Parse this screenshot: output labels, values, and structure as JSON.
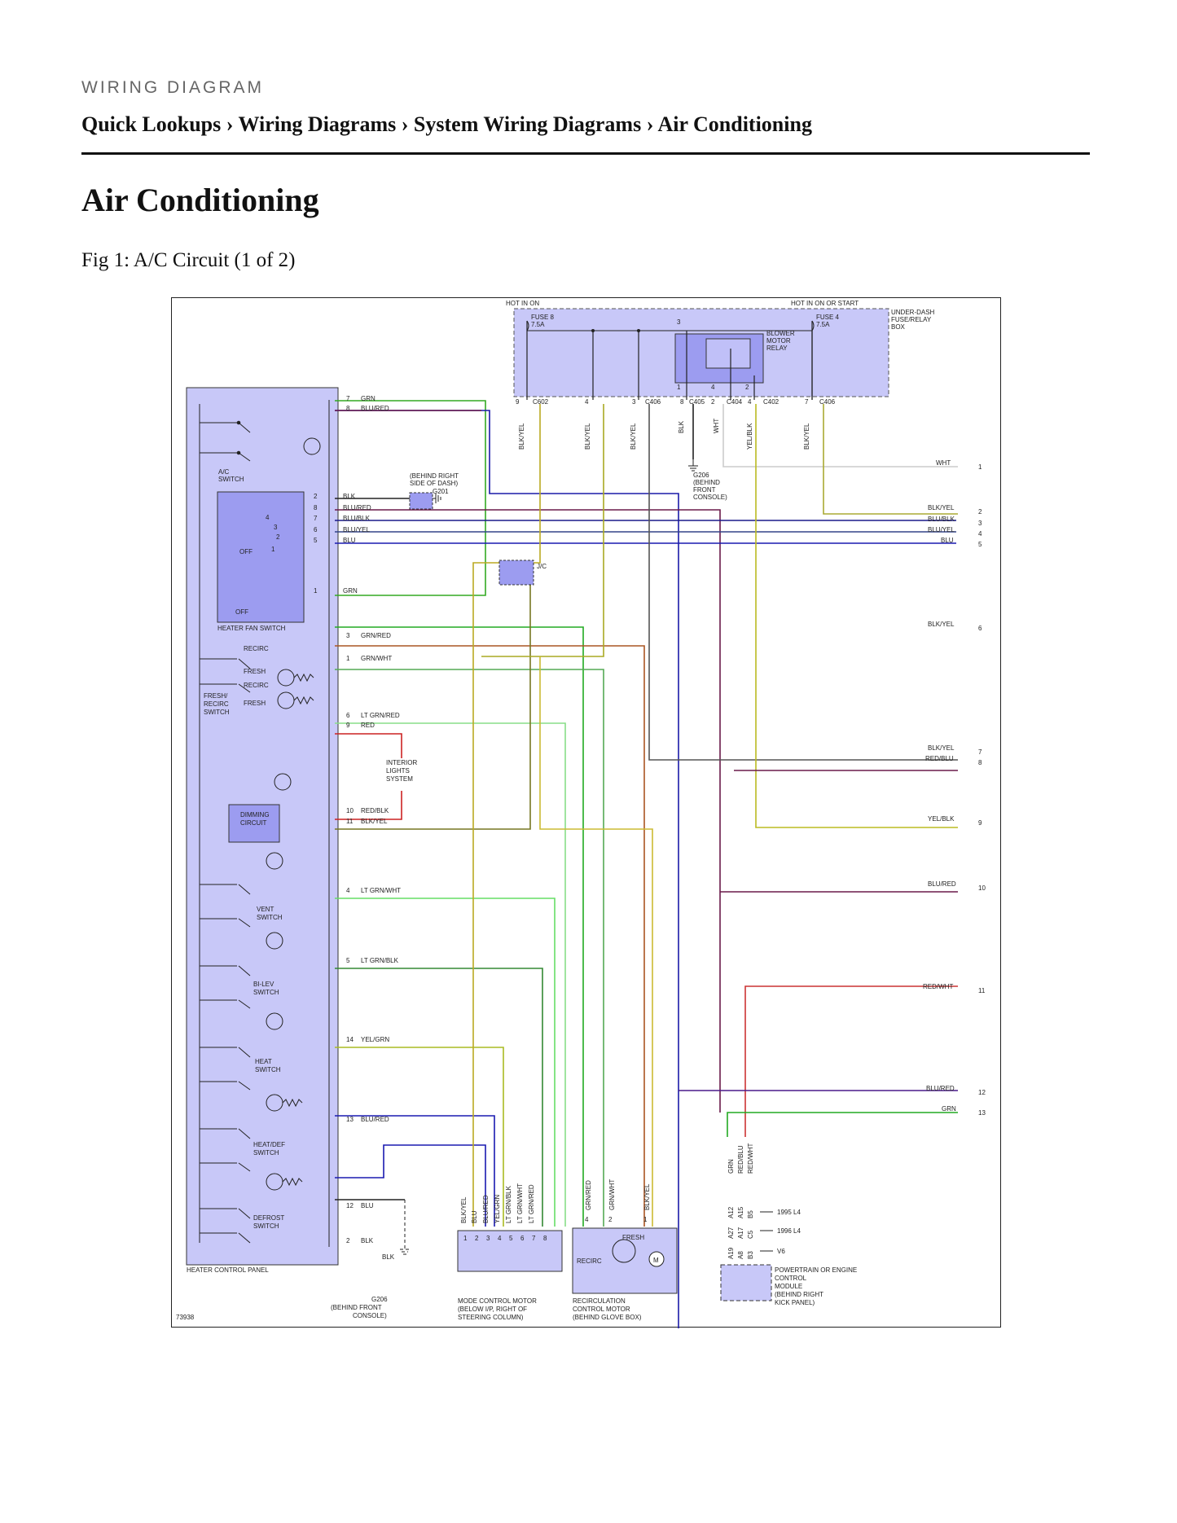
{
  "header": {
    "eyebrow": "WIRING DIAGRAM",
    "breadcrumbs": [
      "Quick Lookups",
      "Wiring Diagrams",
      "System Wiring Diagrams",
      "Air Conditioning"
    ],
    "separator": "›"
  },
  "page_title": "Air Conditioning",
  "figure_caption": "Fig 1: A/C Circuit (1 of 2)",
  "diagram": {
    "figure_number": "73938",
    "top_labels": {
      "hot_in_on": "HOT IN ON",
      "hot_in_on_or_start": "HOT IN ON OR START",
      "fuse8": "FUSE 8",
      "fuse8_rating": "7.5A",
      "fuse4": "FUSE 4",
      "fuse4_rating": "7.5A",
      "fuse_box": [
        "UNDER-DASH",
        "FUSE/RELAY",
        "BOX"
      ],
      "relay": [
        "BLOWER",
        "MOTOR",
        "RELAY"
      ]
    },
    "connectors": [
      "C602",
      "C406",
      "C405",
      "C404",
      "C402",
      "C406"
    ],
    "connector_pins": [
      "9",
      "4",
      "3",
      "8",
      "2",
      "4",
      "7",
      "3",
      "1",
      "4",
      "2"
    ],
    "vertical_wires": [
      "BLK/YEL",
      "BLK/YEL",
      "BLK/YEL",
      "BLK",
      "WHT",
      "YEL/BLK",
      "BLK/YEL"
    ],
    "ground_g206_top": [
      "G206",
      "(BEHIND",
      "FRONT",
      "CONSOLE)"
    ],
    "ground_g201": [
      "(BEHIND RIGHT",
      "SIDE OF DASH)",
      "G201"
    ],
    "junction": "J/C",
    "left_wires": [
      {
        "pin": "7",
        "label": "GRN"
      },
      {
        "pin": "8",
        "label": "BLU/RED"
      },
      {
        "pin": "2",
        "label": "BLK"
      },
      {
        "pin": "8",
        "label": "BLU/RED"
      },
      {
        "pin": "7",
        "label": "BLU/BLK"
      },
      {
        "pin": "6",
        "label": "BLU/YEL"
      },
      {
        "pin": "5",
        "label": "BLU"
      },
      {
        "pin": "1",
        "label": "GRN"
      },
      {
        "pin": "3",
        "label": "GRN/RED"
      },
      {
        "pin": "1",
        "label": "GRN/WHT"
      },
      {
        "pin": "6",
        "label": "LT GRN/RED"
      },
      {
        "pin": "9",
        "label": "RED"
      },
      {
        "pin": "10",
        "label": "RED/BLK"
      },
      {
        "pin": "11",
        "label": "BLK/YEL"
      },
      {
        "pin": "4",
        "label": "LT GRN/WHT"
      },
      {
        "pin": "5",
        "label": "LT GRN/BLK"
      },
      {
        "pin": "14",
        "label": "YEL/GRN"
      },
      {
        "pin": "13",
        "label": "BLU/RED"
      },
      {
        "pin": "12",
        "label": "BLU"
      },
      {
        "pin": "2",
        "label": "BLK"
      }
    ],
    "right_wires": [
      {
        "label": "WHT",
        "pin": "1"
      },
      {
        "label": "BLK/YEL",
        "pin": "2"
      },
      {
        "label": "BLU/BLK",
        "pin": "3"
      },
      {
        "label": "BLU/YEL",
        "pin": "4"
      },
      {
        "label": "BLU",
        "pin": "5"
      },
      {
        "label": "BLK/YEL",
        "pin": "6"
      },
      {
        "label": "BLK/YEL",
        "pin": "7"
      },
      {
        "label": "RED/BLU",
        "pin": "8"
      },
      {
        "label": "YEL/BLK",
        "pin": "9"
      },
      {
        "label": "BLU/RED",
        "pin": "10"
      },
      {
        "label": "RED/WHT",
        "pin": "11"
      },
      {
        "label": "BLU/RED",
        "pin": "12"
      },
      {
        "label": "GRN",
        "pin": "13"
      }
    ],
    "switch_labels": {
      "ac_switch": [
        "A/C",
        "SWITCH"
      ],
      "heater_fan_switch": "HEATER FAN SWITCH",
      "fan_pins": [
        "4",
        "3",
        "2",
        "1"
      ],
      "off": "OFF",
      "recirc": "RECIRC",
      "fresh": "FRESH",
      "fresh_recirc_switch": [
        "FRESH/",
        "RECIRC",
        "SWITCH"
      ],
      "dimming_circuit": [
        "DIMMING",
        "CIRCUIT"
      ],
      "interior_lights": [
        "INTERIOR",
        "LIGHTS",
        "SYSTEM"
      ],
      "vent_switch": [
        "VENT",
        "SWITCH"
      ],
      "bilev_switch": [
        "BI-LEV",
        "SWITCH"
      ],
      "heat_switch": [
        "HEAT",
        "SWITCH"
      ],
      "heatdef_switch": [
        "HEAT/DEF",
        "SWITCH"
      ],
      "defrost_switch": [
        "DEFROST",
        "SWITCH"
      ],
      "heater_control_panel": "HEATER CONTROL PANEL"
    },
    "ground_g206_bottom": [
      "G206",
      "(BEHIND FRONT",
      "CONSOLE)"
    ],
    "bottom_blk": "BLK",
    "mode_motor": {
      "wires": [
        "BLK/YEL",
        "BLU",
        "BLU/RED",
        "YEL/GRN",
        "LT GRN/BLK",
        "LT GRN/WHT",
        "LT GRN/RED"
      ],
      "pins": [
        "1",
        "2",
        "3",
        "4",
        "5",
        "6",
        "7",
        "8"
      ],
      "label": [
        "MODE CONTROL MOTOR",
        "(BELOW I/P, RIGHT OF",
        "STEERING COLUMN)"
      ]
    },
    "recirc_motor": {
      "wires": [
        "GRN/RED",
        "GRN/WHT",
        "BLK/YEL"
      ],
      "pins": [
        "4",
        "2",
        "1"
      ],
      "fresh": "FRESH",
      "recirc": "RECIRC",
      "motor": "M",
      "label": [
        "RECIRCULATION",
        "CONTROL MOTOR",
        "(BEHIND GLOVE BOX)"
      ]
    },
    "pcm": {
      "wires": [
        "GRN",
        "RED/BLU",
        "RED/WHT"
      ],
      "pins_1995": [
        "A12",
        "A15",
        "B5"
      ],
      "pins_1996": [
        "A27",
        "A17",
        "C5"
      ],
      "pins_v6": [
        "A19",
        "A8",
        "B3"
      ],
      "variants": [
        "1995 L4",
        "1996 L4",
        "V6"
      ],
      "label": [
        "POWERTRAIN OR ENGINE",
        "CONTROL",
        "MODULE",
        "(BEHIND RIGHT",
        "KICK PANEL)"
      ]
    }
  }
}
